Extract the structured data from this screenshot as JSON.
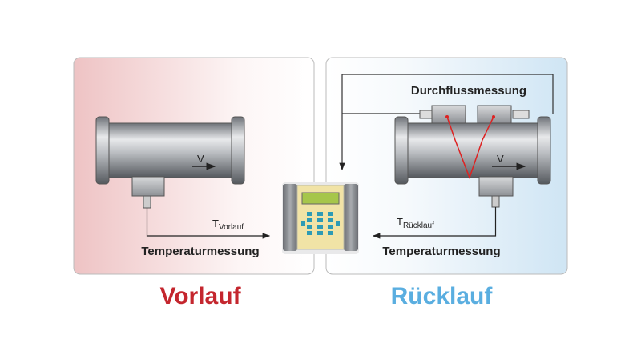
{
  "left_panel": {
    "title": "Vorlauf",
    "title_color": "#c4262e",
    "sensor_label": "T",
    "sensor_subscript": "Vorlauf",
    "measurement_label": "Temperaturmessung",
    "velocity_label": "V"
  },
  "right_panel": {
    "title": "Rücklauf",
    "title_color": "#5aaee0",
    "flow_label": "Durchflussmessung",
    "sensor_label": "T",
    "sensor_subscript": "Rücklauf",
    "measurement_label": "Temperaturmessung",
    "velocity_label": "V"
  }
}
